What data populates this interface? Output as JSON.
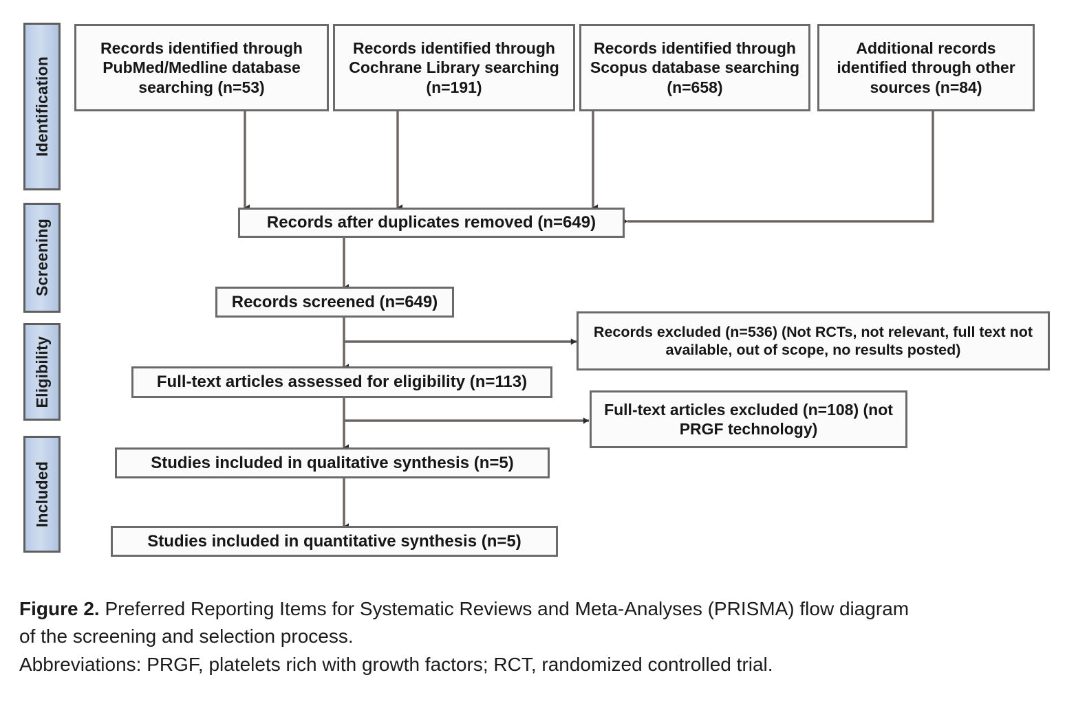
{
  "figure": {
    "stage_labels": [
      {
        "id": "identification",
        "text": "Identification"
      },
      {
        "id": "screening",
        "text": "Screening"
      },
      {
        "id": "eligibility",
        "text": "Eligibility"
      },
      {
        "id": "included",
        "text": "Included"
      }
    ],
    "nodes": {
      "pubmed": "Records identified through PubMed/Medline database searching (n=53)",
      "cochrane": "Records identified through Cochrane Library searching (n=191)",
      "scopus": "Records identified through Scopus database searching (n=658)",
      "other_sources": "Additional records identified through other sources (n=84)",
      "after_duplicates": "Records after duplicates removed (n=649)",
      "screened": "Records screened (n=649)",
      "records_excluded": "Records excluded (n=536) (Not RCTs, not relevant, full text not available, out of scope, no results posted)",
      "fulltext_assessed": "Full-text articles assessed for eligibility (n=113)",
      "fulltext_excluded": "Full-text articles excluded (n=108) (not PRGF technology)",
      "qualitative": "Studies included in qualitative synthesis (n=5)",
      "quantitative": "Studies included in quantitative synthesis (n=5)"
    },
    "counts": {
      "pubmed": 53,
      "cochrane": 191,
      "scopus": 658,
      "other_sources": 84,
      "after_duplicates": 649,
      "screened": 649,
      "records_excluded": 536,
      "fulltext_assessed": 113,
      "fulltext_excluded": 108,
      "qualitative": 5,
      "quantitative": 5
    },
    "colors": {
      "stage_fill": "#c3d3ea",
      "stage_border": "#5f5f5f",
      "node_fill": "#fbfbfb",
      "node_border": "#6a6a6a",
      "connector": "#6b6460",
      "text": "#161616"
    },
    "caption": {
      "figure_number": "Figure 2.",
      "line1": " Preferred Reporting Items for Systematic Reviews and Meta-Analyses (PRISMA) flow diagram",
      "line2": "of the screening and selection process.",
      "line3": "Abbreviations: PRGF, platelets rich with growth factors; RCT, randomized controlled trial."
    }
  }
}
